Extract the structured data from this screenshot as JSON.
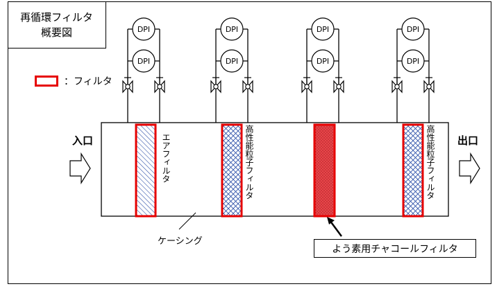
{
  "title": {
    "line1": "再循環フィルタ",
    "line2": "概要図"
  },
  "legend": {
    "label": "：フィルタ",
    "border_color": "#e60000"
  },
  "inlet": {
    "label": "入口"
  },
  "outlet": {
    "label": "出口"
  },
  "gauges": {
    "label": "DPI"
  },
  "filters": [
    {
      "label": "エアフィルタ",
      "pattern": "diagonal-hatch"
    },
    {
      "label": "高性能粒子フィルタ",
      "pattern": "cross-hatch"
    },
    {
      "label": "",
      "pattern": "dotted-red"
    },
    {
      "label": "高性能粒子フィルタ",
      "pattern": "cross-hatch"
    }
  ],
  "casing": {
    "label": "ケーシング"
  },
  "charcoal": {
    "label": "よう素用チャコールフィルタ"
  },
  "colors": {
    "filter_border": "#e60000",
    "hatch_blue": "#3355aa",
    "charcoal_fill": "#e8454a"
  }
}
